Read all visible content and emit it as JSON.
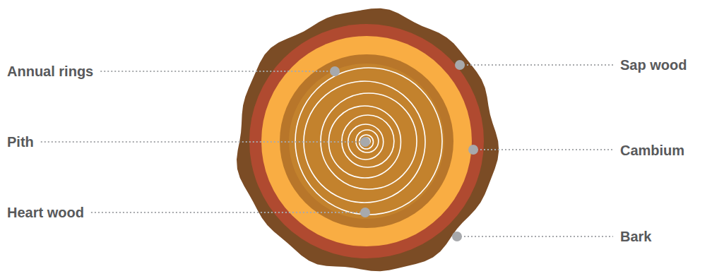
{
  "diagram": {
    "labels": [
      "Annual rings",
      "Sap wood",
      "Pith",
      "Cambium",
      "Heart wood",
      "Bark"
    ]
  }
}
